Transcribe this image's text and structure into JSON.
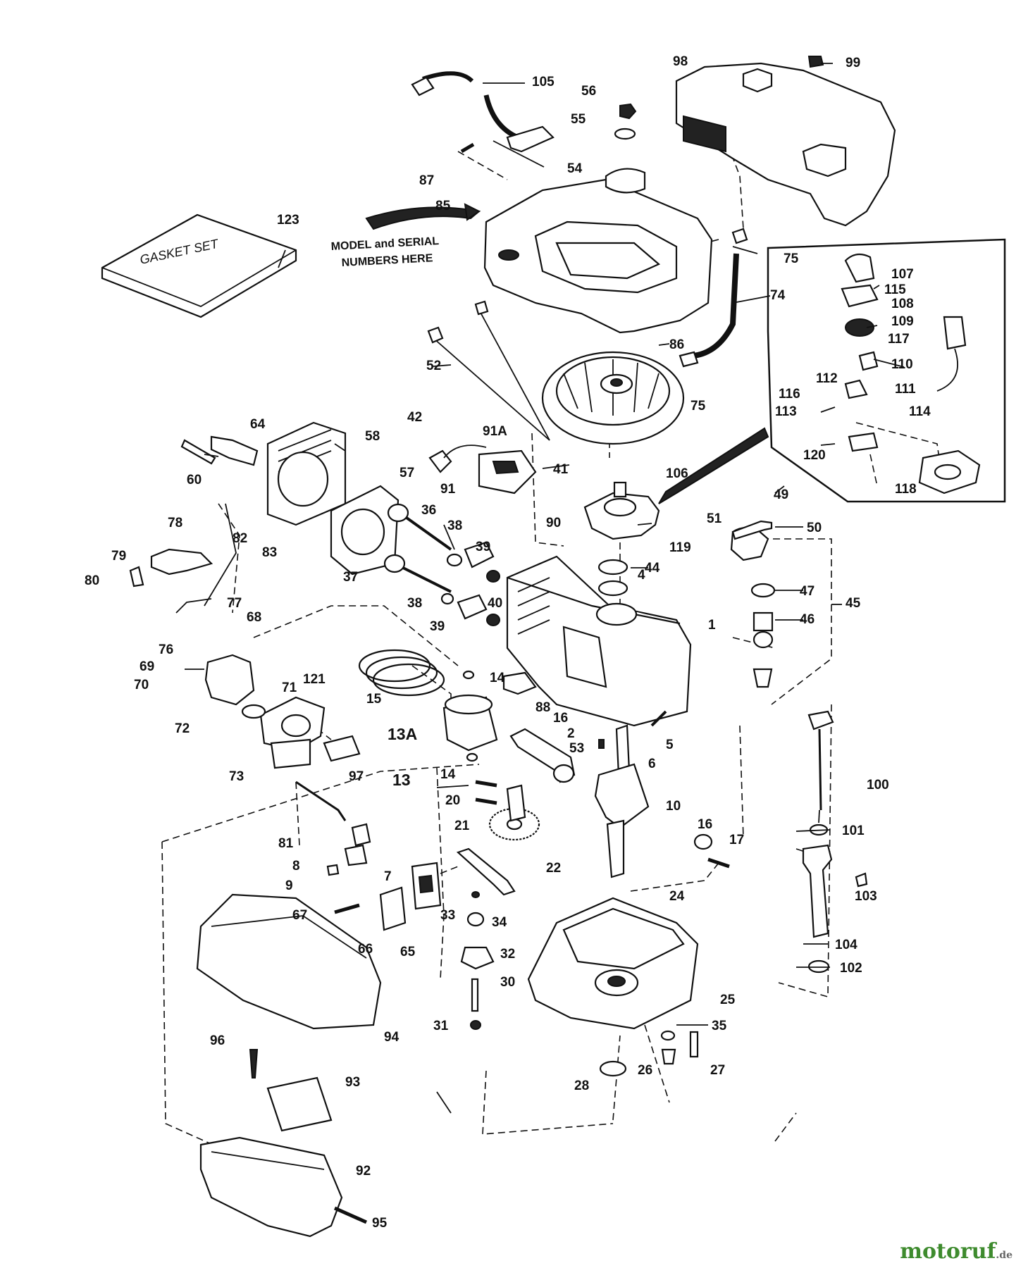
{
  "diagram": {
    "model_note": [
      "MODEL and SERIAL",
      "NUMBERS HERE"
    ],
    "gasket_set_text": "GASKET SET",
    "watermark": {
      "brand": "motoruf",
      "suffix": ".de"
    },
    "labels": [
      "105",
      "56",
      "55",
      "54",
      "87",
      "98",
      "99",
      "85",
      "123",
      "75",
      "74",
      "107",
      "115",
      "108",
      "109",
      "117",
      "110",
      "112",
      "116",
      "111",
      "113",
      "114",
      "120",
      "118",
      "86",
      "52",
      "75",
      "106",
      "42",
      "91A",
      "41",
      "64",
      "58",
      "60",
      "57",
      "91",
      "36",
      "90",
      "119",
      "49",
      "51",
      "50",
      "78",
      "82",
      "83",
      "38",
      "39",
      "44",
      "79",
      "80",
      "77",
      "37",
      "38",
      "39",
      "40",
      "4",
      "47",
      "45",
      "46",
      "68",
      "1",
      "76",
      "69",
      "121",
      "70",
      "71",
      "72",
      "14",
      "88",
      "15",
      "13A",
      "16",
      "2",
      "53",
      "5",
      "6",
      "73",
      "97",
      "13",
      "14",
      "10",
      "20",
      "21",
      "100",
      "101",
      "81",
      "16",
      "17",
      "8",
      "7",
      "22",
      "9",
      "103",
      "24",
      "67",
      "33",
      "34",
      "66",
      "65",
      "32",
      "104",
      "102",
      "30",
      "25",
      "31",
      "35",
      "94",
      "96",
      "28",
      "26",
      "27",
      "93",
      "92",
      "95"
    ]
  }
}
